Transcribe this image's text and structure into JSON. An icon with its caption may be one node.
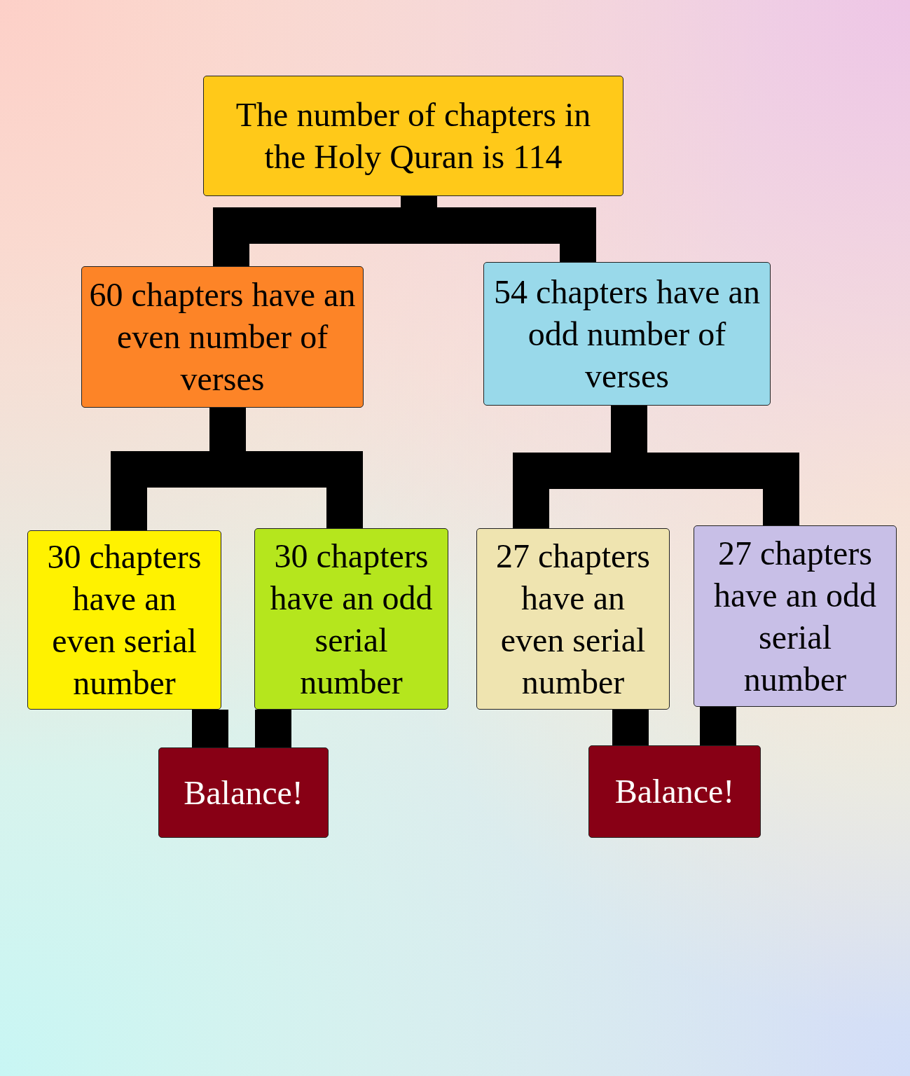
{
  "diagram": {
    "nodes": [
      {
        "text": [
          "The number of chapters in the Holy Quran is 114"
        ]
      },
      {
        "text": [
          "60 chapters have an even number of verses"
        ]
      },
      {
        "text": [
          "54 chapters have an odd number of verses"
        ]
      },
      {
        "text": [
          "30 chapters have an even serial number"
        ]
      },
      {
        "text": [
          "30 chapters have an odd serial number"
        ]
      },
      {
        "text": [
          "27 chapters have an even serial number"
        ]
      },
      {
        "text": [
          "27 chapters have an odd serial number"
        ]
      },
      {
        "text": [
          "Balance!"
        ]
      },
      {
        "text": [
          "Balance!"
        ]
      }
    ],
    "edges": [
      {
        "from": 0,
        "to": 1,
        "arrow": "none"
      },
      {
        "from": 0,
        "to": 2,
        "arrow": "none"
      },
      {
        "from": 1,
        "to": 3,
        "arrow": "none"
      },
      {
        "from": 1,
        "to": 4,
        "arrow": "none"
      },
      {
        "from": 2,
        "to": 5,
        "arrow": "none"
      },
      {
        "from": 2,
        "to": 6,
        "arrow": "none"
      },
      {
        "from": 3,
        "to": 7,
        "arrow": "none"
      },
      {
        "from": 4,
        "to": 7,
        "arrow": "none"
      },
      {
        "from": 5,
        "to": 8,
        "arrow": "none"
      },
      {
        "from": 6,
        "to": 8,
        "arrow": "none"
      }
    ]
  }
}
